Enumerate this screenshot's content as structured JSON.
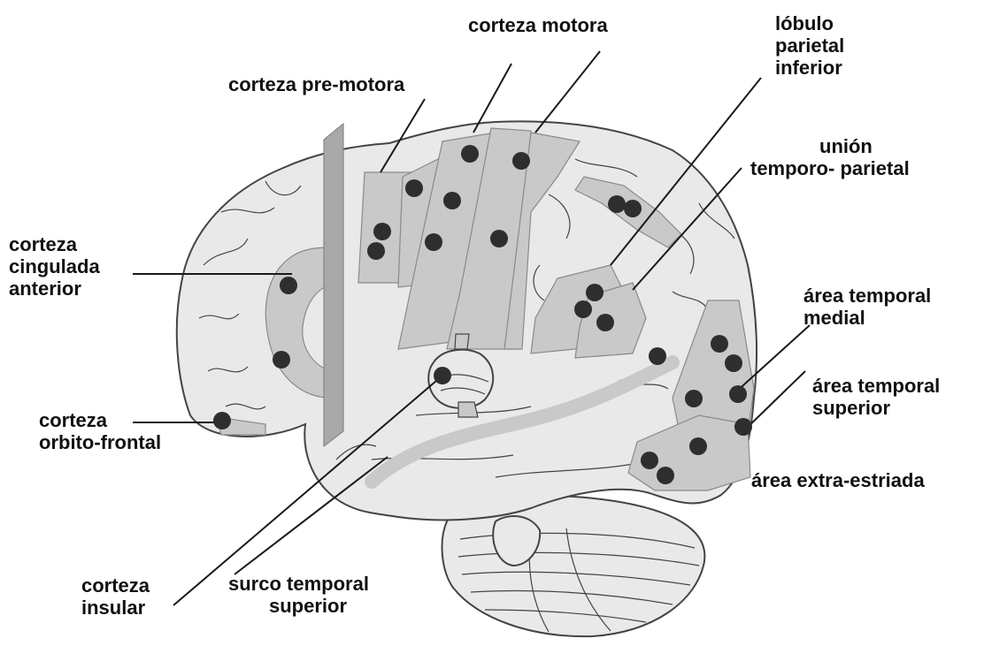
{
  "colors": {
    "brain_fill": "#e9e9e9",
    "brain_outline": "#444444",
    "region_fill": "#c9c9c9",
    "region_outline": "#8a8a8a",
    "dot": "#2e2e2e",
    "leader": "#1a1a1a",
    "plane": "#a9a9a9"
  },
  "labels": {
    "corteza_motora": [
      "corteza motora"
    ],
    "lobulo_parietal_inferior": [
      "lóbulo",
      "parietal",
      "inferior"
    ],
    "corteza_premotora": [
      "corteza pre-motora"
    ],
    "union_temporo_parietal": [
      "unión",
      "temporo- parietal"
    ],
    "corteza_cingulada_anterior": [
      "corteza",
      "cingulada",
      "anterior"
    ],
    "area_temporal_medial": [
      "área temporal",
      "medial"
    ],
    "area_temporal_superior": [
      "área temporal",
      "superior"
    ],
    "corteza_orbito_frontal": [
      "corteza",
      "orbito-frontal"
    ],
    "area_extra_estriada": [
      "área extra-estriada"
    ],
    "corteza_insular": [
      "corteza",
      "insular"
    ],
    "surco_temporal_superior": [
      "surco temporal",
      "superior"
    ]
  }
}
